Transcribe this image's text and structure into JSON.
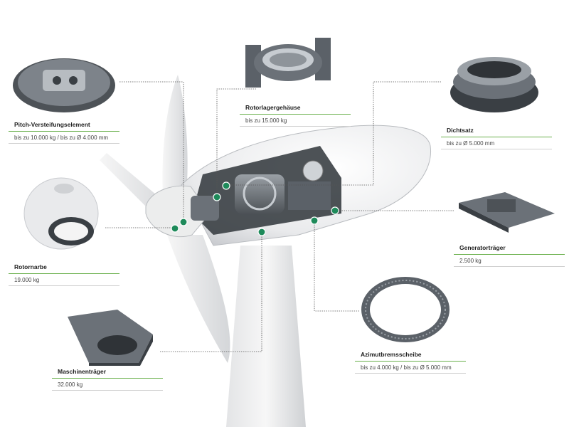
{
  "components": [
    {
      "id": "pitch",
      "title": "Pitch-Versteifungselement",
      "spec": "bis zu 10.000 kg / bis zu Ø 4.000 mm"
    },
    {
      "id": "rotorlager",
      "title": "Rotorlagergehäuse",
      "spec": "bis zu 15.000 kg"
    },
    {
      "id": "dichtsatz",
      "title": "Dichtsatz",
      "spec": "bis zu Ø 5.000 mm"
    },
    {
      "id": "rotornabe",
      "title": "Rotornarbe",
      "spec": "19.000 kg"
    },
    {
      "id": "generatortraeger",
      "title": "Generatorträger",
      "spec": "2.500 kg"
    },
    {
      "id": "azimut",
      "title": "Azimutbremsscheibe",
      "spec": "bis zu 4.000 kg / bis zu Ø 5.000 mm"
    },
    {
      "id": "maschinentraeger",
      "title": "Maschinenträger",
      "spec": "32.000 kg"
    }
  ],
  "colors": {
    "accent": "#6ab04c",
    "marker": "#1e8a5a",
    "leader": "#555555"
  }
}
